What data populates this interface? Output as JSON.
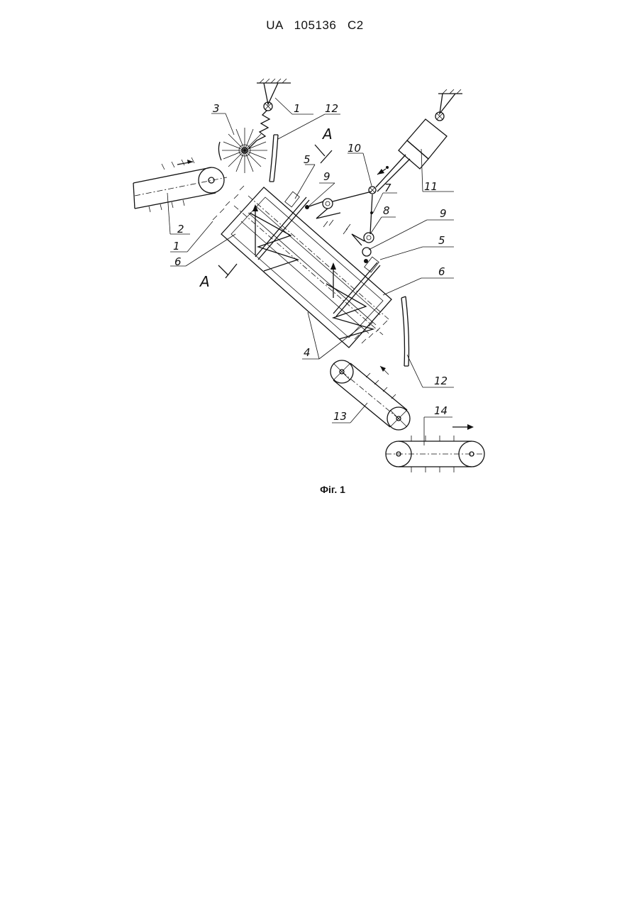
{
  "header": {
    "patent_number": "UA   105136   C2"
  },
  "figure": {
    "caption": "Фіг. 1",
    "labels": {
      "l1a": "1",
      "l1b": "1",
      "l2": "2",
      "l3": "3",
      "l4": "4",
      "l5a": "5",
      "l5b": "5",
      "l6a": "6",
      "l6b": "6",
      "l7": "7",
      "l8": "8",
      "l9a": "9",
      "l9b": "9",
      "l10": "10",
      "l11": "11",
      "l12a": "12",
      "l12b": "12",
      "l13": "13",
      "l14": "14",
      "sectionA1": "A",
      "sectionA2": "A"
    }
  }
}
